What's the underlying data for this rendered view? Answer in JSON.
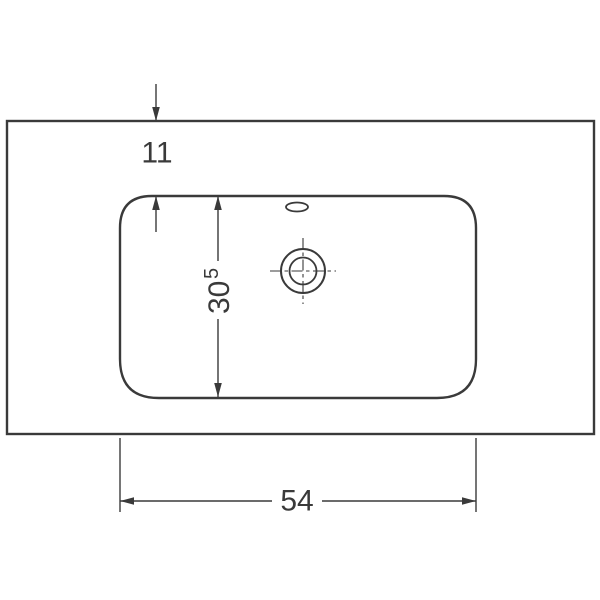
{
  "page": {
    "background": "#ffffff",
    "line_color": "#3a3a3a"
  },
  "drawing": {
    "dimensions": {
      "top_offset": {
        "value": "11"
      },
      "basin_depth": {
        "value": "30",
        "superscript": "5"
      },
      "basin_width": {
        "value": "54"
      }
    }
  }
}
